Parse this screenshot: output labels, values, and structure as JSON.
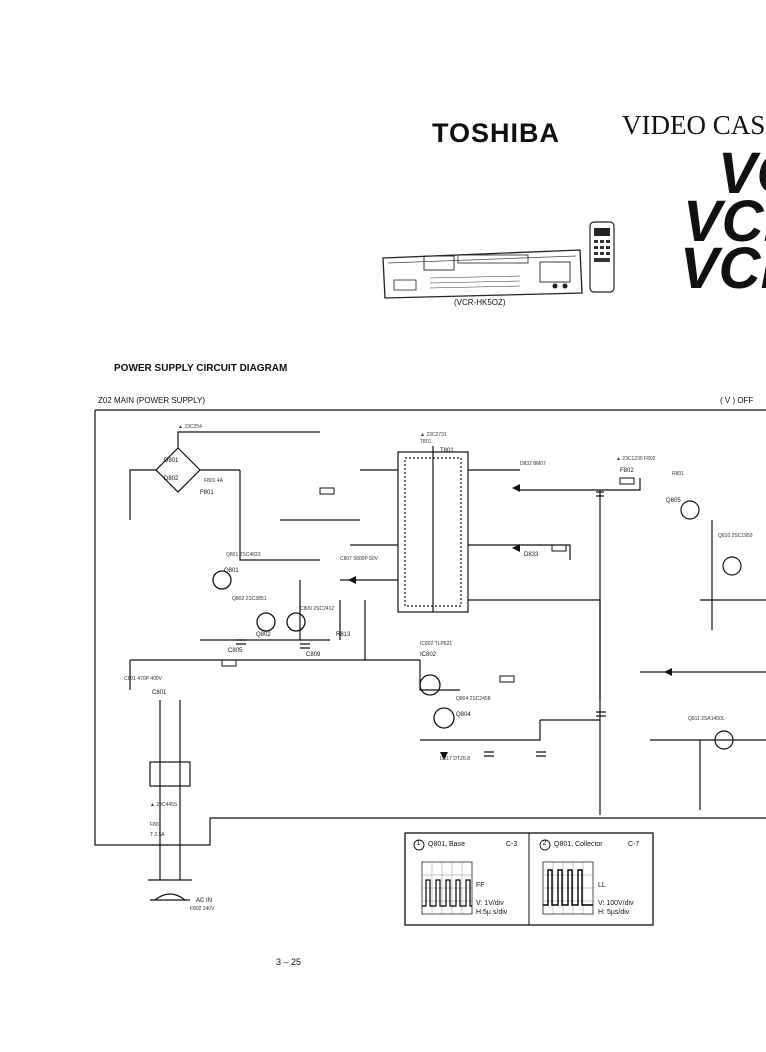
{
  "header": {
    "brand": "TOSHIBA",
    "product_line": "VIDEO CASS",
    "models": [
      "VC",
      "VCI",
      "VCI"
    ],
    "vcr_caption": "(VCR-HK5OZ)"
  },
  "diagram": {
    "section_title": "POWER SUPPLY CIRCUIT DIAGRAM",
    "frame_label_left": "Z02  MAIN (POWER SUPPLY)",
    "frame_label_right": "( V )  OFF",
    "labels": {
      "q801": "Q801",
      "q802": "Q802",
      "t801": "T801",
      "d801": "D801",
      "d802": "D802",
      "q804": "Q804",
      "q805": "Q805",
      "f801": "F801",
      "f802": "F802",
      "c801": "C801",
      "c805": "C805",
      "c809": "C809",
      "r813": "R813",
      "d833": "D833",
      "ic802": "IC802",
      "ac_in": "AC IN"
    }
  },
  "waveforms": [
    {
      "number": "1",
      "title": "Q801, Base",
      "ref": "C-3",
      "mode": "FF",
      "scale_v": "V: 1V/div",
      "scale_h": "H:5µ s/div"
    },
    {
      "number": "2",
      "title": "Q801, Collector",
      "ref": "C-7",
      "mode": "LL",
      "scale_v": "V: 100V/div",
      "scale_h": "H: 5µs/div"
    }
  ],
  "footer": {
    "page_number": "3 – 25"
  }
}
